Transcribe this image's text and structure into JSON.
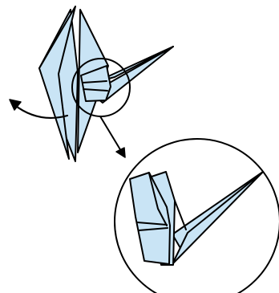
{
  "diagram": {
    "kind": "origami-fold-instruction",
    "steps": [
      {
        "action": "swing-flap-left",
        "indicator": "curved-arrow-left"
      },
      {
        "action": "zoom-detail",
        "indicator": "magnifier-callout"
      }
    ],
    "colors": {
      "paper_fill": "#c9e4f5",
      "paper_shade": "#b4d6ee",
      "ink": "#000000",
      "background": "#ffffff"
    }
  }
}
